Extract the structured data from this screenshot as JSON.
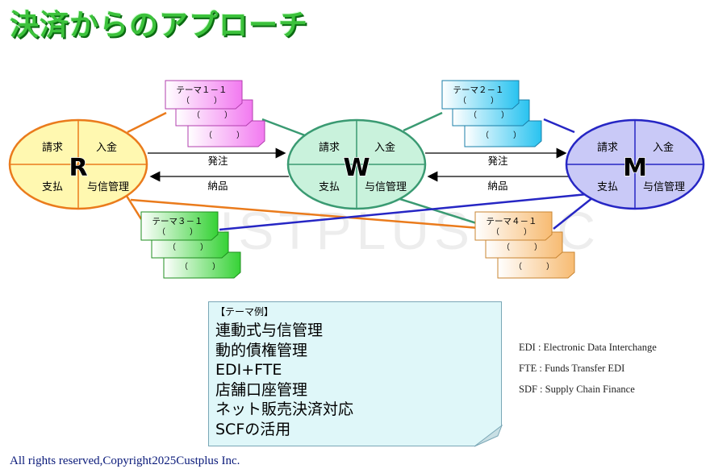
{
  "title": "決済からのアプローチ",
  "watermark": "CUSTPLUS INC",
  "entities": [
    {
      "id": "R",
      "tl": "請求",
      "tr": "入金",
      "bl": "支払",
      "br": "与信管理"
    },
    {
      "id": "W",
      "tl": "請求",
      "tr": "入金",
      "bl": "支払",
      "br": "与信管理"
    },
    {
      "id": "M",
      "tl": "請求",
      "tr": "入金",
      "bl": "支払",
      "br": "与信管理"
    }
  ],
  "flows": {
    "order": "発注",
    "delivery": "納品"
  },
  "themes": [
    {
      "label": "テーマ１－１",
      "paren": "（　　　）"
    },
    {
      "label": "テーマ２－１",
      "paren": "（　　　）"
    },
    {
      "label": "テーマ３－１",
      "paren": "（　　　）"
    },
    {
      "label": "テーマ４－１",
      "paren": "（　　　）"
    }
  ],
  "theme_box": {
    "header": "【テーマ例】",
    "items": [
      "連動式与信管理",
      "動的債権管理",
      "EDI+FTE",
      "店舗口座管理",
      "ネット販売決済対応",
      "SCFの活用"
    ]
  },
  "legend": [
    "EDI : Electronic Data Interchange",
    "FTE : Funds Transfer EDI",
    "SDF : Supply Chain Finance"
  ],
  "copyright": "All rights reserved,Copyright2025Custplus Inc.",
  "colors": {
    "r_fill": "#fff8b0",
    "r_stroke": "#ea7b1c",
    "w_fill": "#c9f2dc",
    "w_stroke": "#3a9a72",
    "m_fill": "#c9c9f7",
    "m_stroke": "#2626c4",
    "theme1": "#f27af0",
    "theme2": "#29c3f0",
    "theme3": "#36d236",
    "theme4": "#f7bb72"
  }
}
